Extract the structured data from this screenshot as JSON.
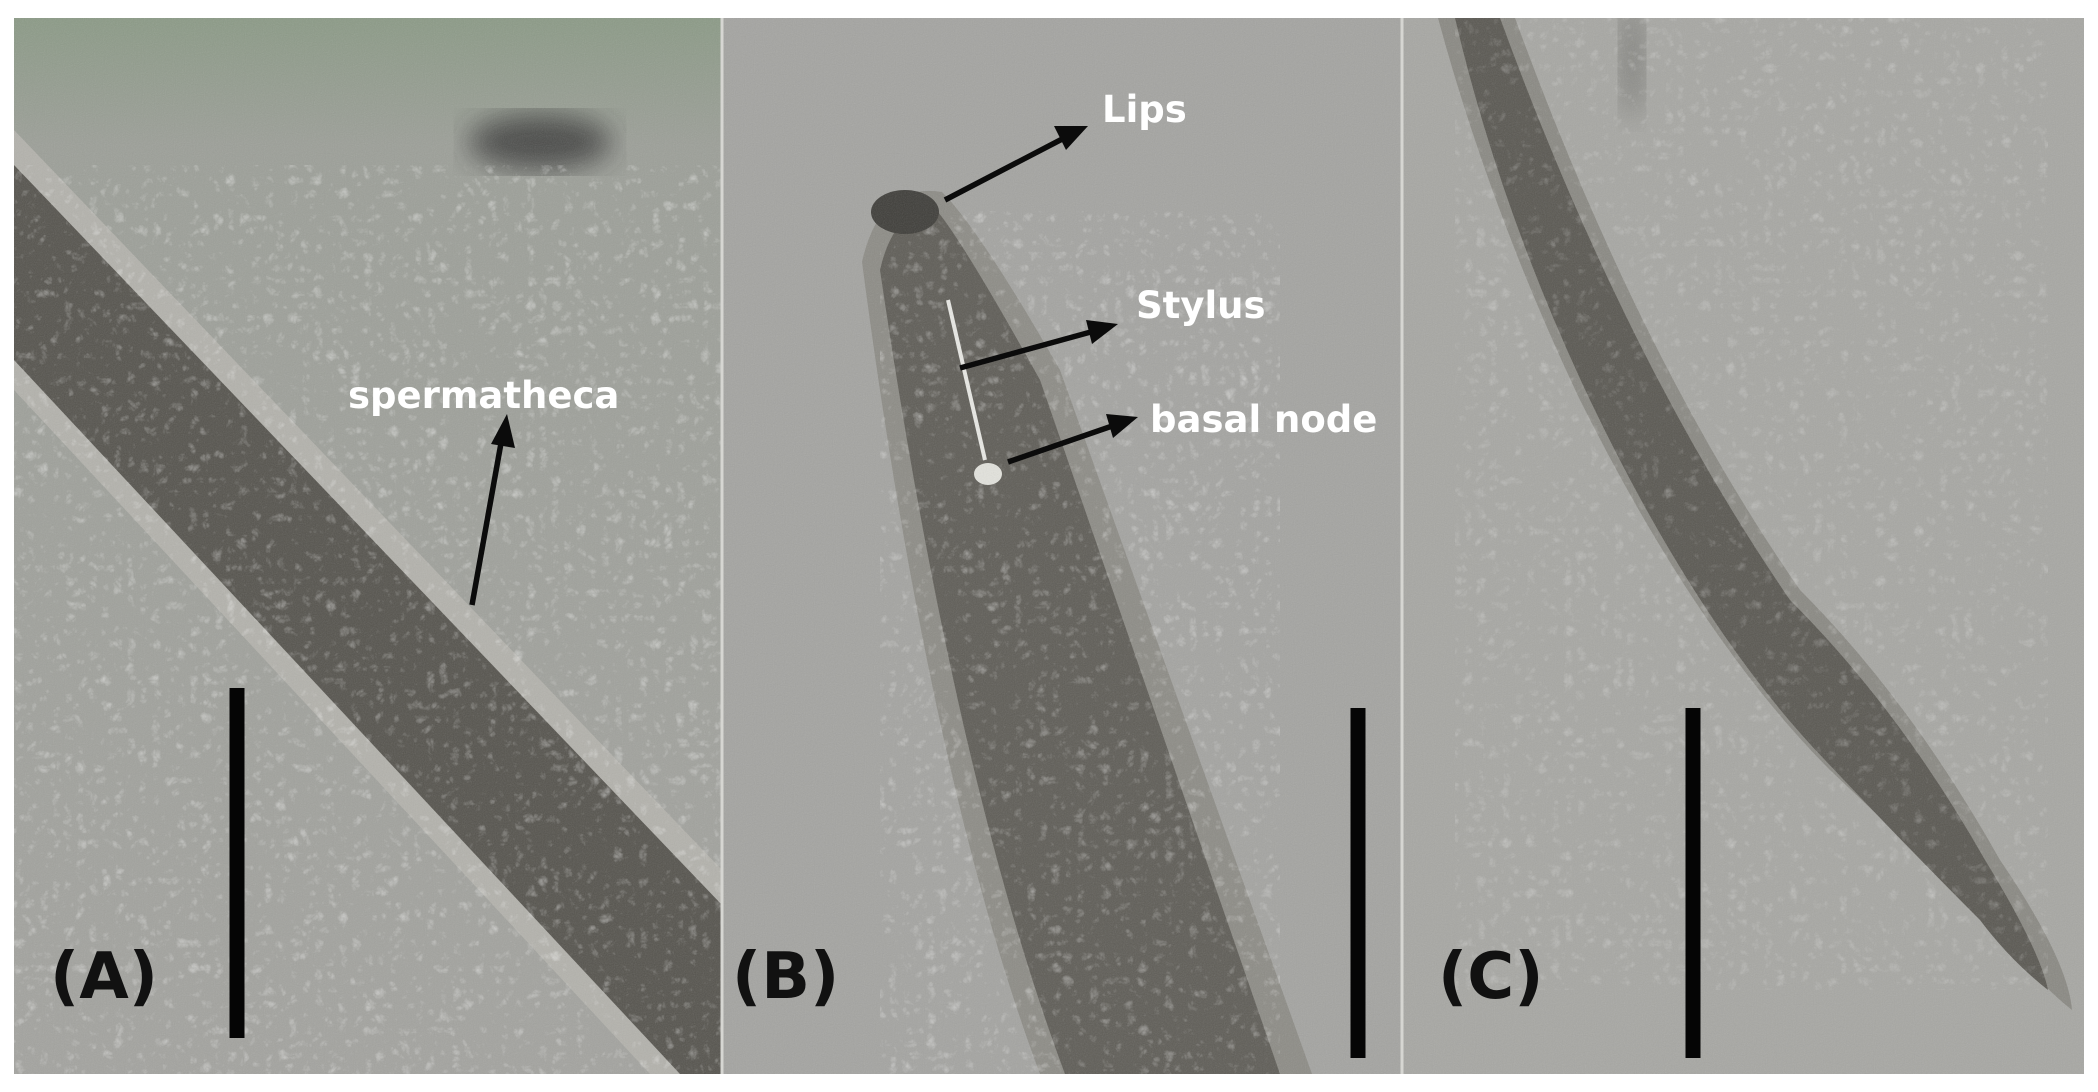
{
  "panels": [
    {
      "id": "A",
      "label": "(A)"
    },
    {
      "id": "B",
      "label": "(B)"
    },
    {
      "id": "C",
      "label": "(C)"
    }
  ],
  "annotations": {
    "spermatheca": "spermatheca",
    "lips": "Lips",
    "stylus": "Stylus",
    "basal_node": "basal node"
  },
  "colors": {
    "background_gray": "#9e9e9a",
    "body_dark": "#57554f",
    "scale_bar": "#050505",
    "annotation_text": "#ffffff",
    "panel_label_text": "#111111"
  }
}
